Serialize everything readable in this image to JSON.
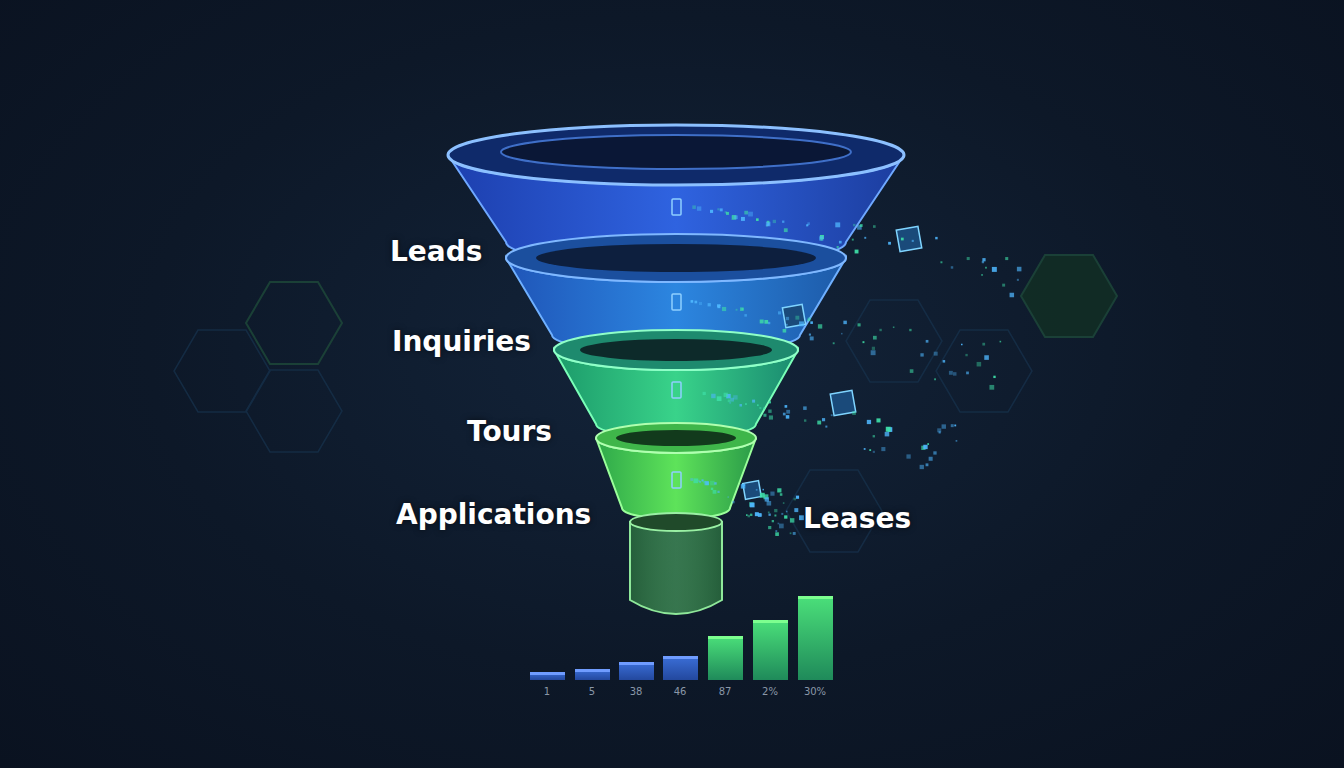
{
  "diagram": {
    "labels": [
      "Leads",
      "Inquiries",
      "Tours",
      "Applications",
      "Leases",
      "1",
      "5",
      "38",
      "46",
      "87",
      "2%",
      "30%"
    ]
  }
}
